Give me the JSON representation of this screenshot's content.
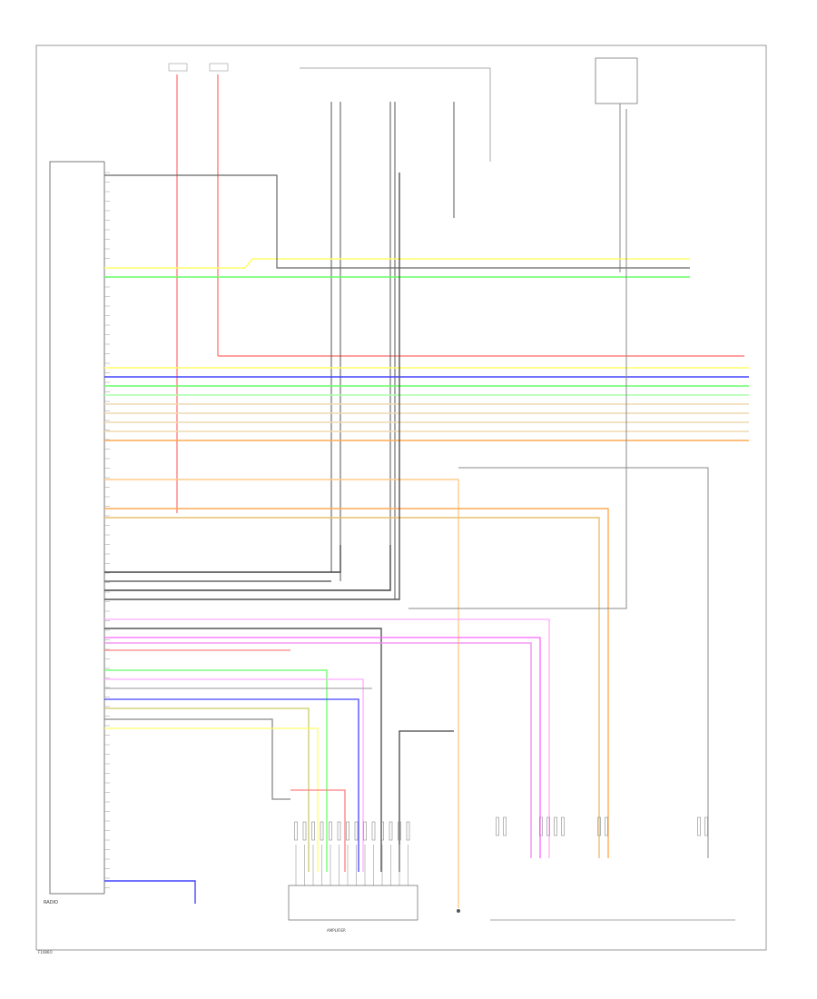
{
  "diagram": {
    "footer_code": "F1086O"
  },
  "modules": {
    "left_module_label": "RADIO",
    "amp_label": "AMPLIFIER"
  },
  "colors": {
    "red": "#ff8080",
    "yellow": "#ffff66",
    "green": "#66ff66",
    "blue": "#4444ff",
    "magenta": "#ff66ff",
    "pink": "#ffaaff",
    "orange": "#ffaa55",
    "tan": "#f0d9b0",
    "gray": "#888888",
    "dark": "#333333",
    "olive": "#cccc66",
    "light_green": "#aaffaa"
  }
}
